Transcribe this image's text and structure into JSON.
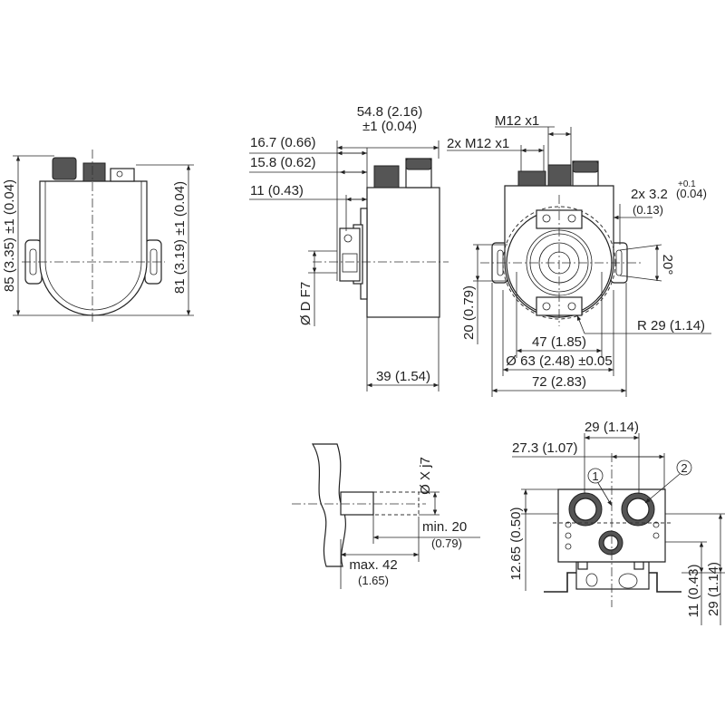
{
  "drawing": {
    "left_view": {
      "height_total": "85 (3.35) ±1 (0.04)",
      "height_body": "81 (3.19) ±1 (0.04)"
    },
    "side_view": {
      "length_a": "54.8 (2.16)",
      "length_a_tol": "±1 (0.04)",
      "d1": "16.7 (0.66)",
      "d2": "15.8 (0.62)",
      "d3": "11 (0.43)",
      "bore": "Ø D F7",
      "depth": "39 (1.54)"
    },
    "front_view": {
      "thread_single": "M12 x1",
      "thread_double": "2x M12 x1",
      "slot": "2x 3.2",
      "slot_tol_upper": "+0.1",
      "slot_tol_lower": "(0.04)",
      "slot_inch": "(0.13)",
      "angle": "20°",
      "offset": "20 (0.79)",
      "radius": "R 29 (1.14)",
      "width_47": "47 (1.85)",
      "dia_63": "Ø 63 (2.48) ±0.05",
      "width_72": "72 (2.83)"
    },
    "shaft_view": {
      "shaft_dia": "Ø X j7",
      "min": "min. 20",
      "min_inch": "(0.79)",
      "max": "max. 42",
      "max_inch": "(1.65)"
    },
    "connector_view": {
      "spacing": "29 (1.14)",
      "offset": "27.3 (1.07)",
      "height_a": "12.65 (0.50)",
      "height_b": "11 (0.43)",
      "height_c": "29 (1.14)",
      "callout_1": "1",
      "callout_2": "2"
    }
  }
}
